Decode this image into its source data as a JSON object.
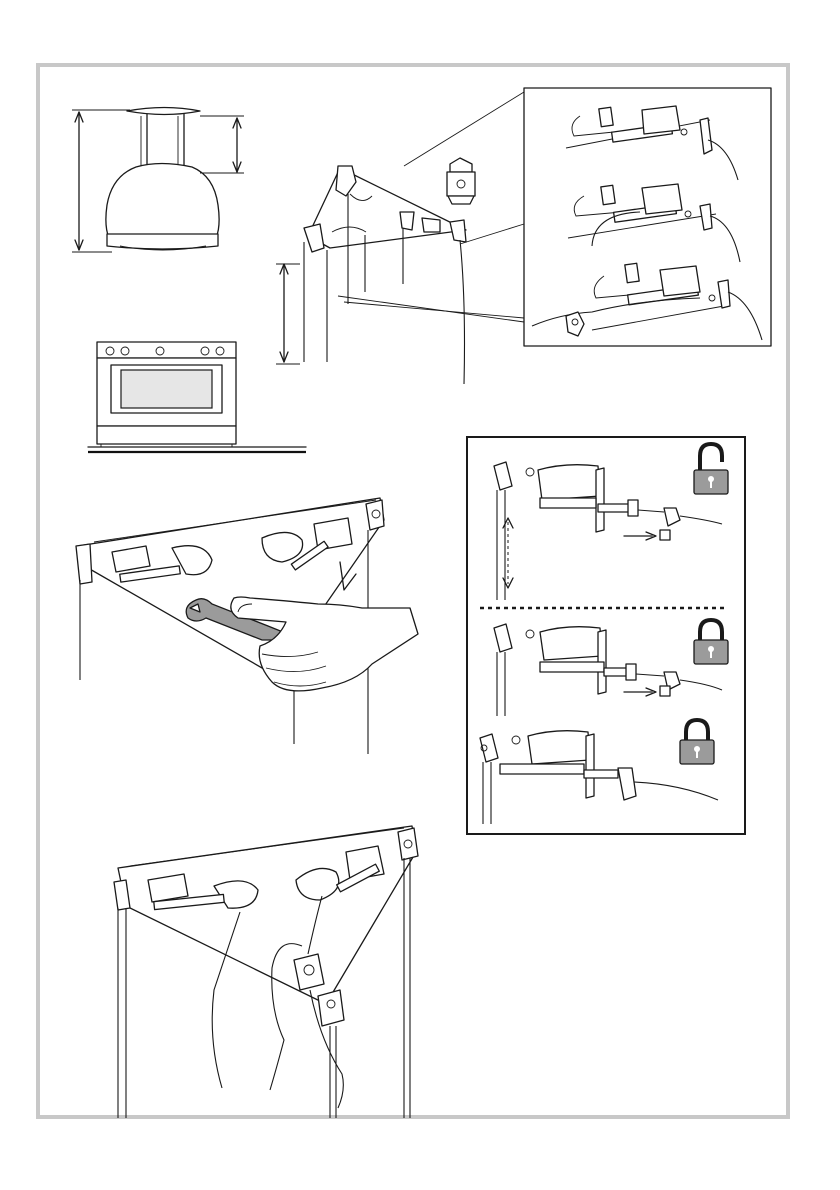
{
  "page": {
    "frame_color": "#c8c8c8",
    "lock_fill_color": "#9b9b9b"
  },
  "figures": [
    {
      "name": "hood-height-dimensions",
      "icons": [
        "dimension-arrow-icon"
      ]
    },
    {
      "name": "cooker",
      "icons": []
    },
    {
      "name": "mounting-bracket-with-cables",
      "icons": [
        "cable-clamp-icon"
      ]
    },
    {
      "name": "cable-clamp-detail-steps",
      "icons": []
    },
    {
      "name": "wrench-tightening",
      "icons": [
        "wrench-icon",
        "hand-icon"
      ]
    },
    {
      "name": "lock-sequence",
      "icons": [
        "padlock-open-icon",
        "padlock-closed-icon",
        "double-arrow-icon"
      ]
    },
    {
      "name": "final-bracket-assembly",
      "icons": []
    }
  ]
}
